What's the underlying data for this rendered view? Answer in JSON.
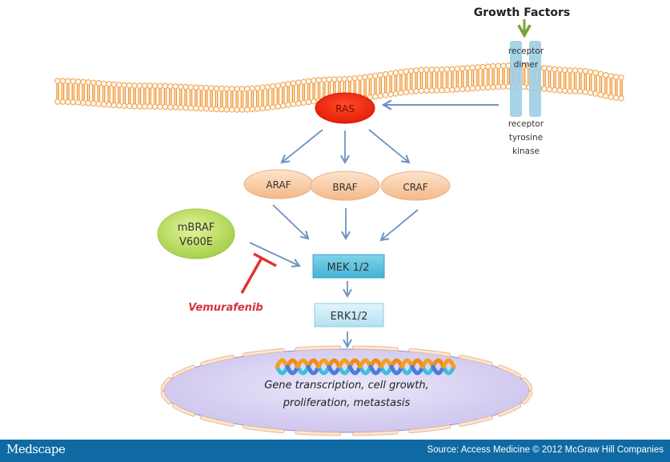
{
  "diagram": {
    "title": "Growth Factors",
    "receptor": {
      "dimer_label_line1": "receptor",
      "dimer_label_line2": "dimer",
      "rtk_label_line1": "receptor",
      "rtk_label_line2": "tyrosine",
      "rtk_label_line3": "kinase"
    },
    "nodes": {
      "ras": "RAS",
      "araf": "ARAF",
      "braf": "BRAF",
      "craf": "CRAF",
      "mbraf_line1": "mBRAF",
      "mbraf_line2": "V600E",
      "mek": "MEK 1/2",
      "erk": "ERK1/2"
    },
    "inhibitor": "Vemurafenib",
    "nucleus_text_line1": "Gene transcription, cell growth,",
    "nucleus_text_line2": "proliferation, metastasis",
    "colors": {
      "membrane": "#f0922a",
      "receptor": "#9fcfe4",
      "ras": "#f02a10",
      "raf": "#f8c8a0",
      "mbraf": "#b8dc5a",
      "mek": "#5cc0dc",
      "erk": "#c4e8f4",
      "arrow": "#6e93c2",
      "growth_arrow": "#7aa23c",
      "inhibitor": "#e03530",
      "nucleus": "#dcd6f2"
    }
  },
  "footer": {
    "logo": "Medscape",
    "source": "Source: Access Medicine © 2012 McGraw Hill Companies"
  }
}
